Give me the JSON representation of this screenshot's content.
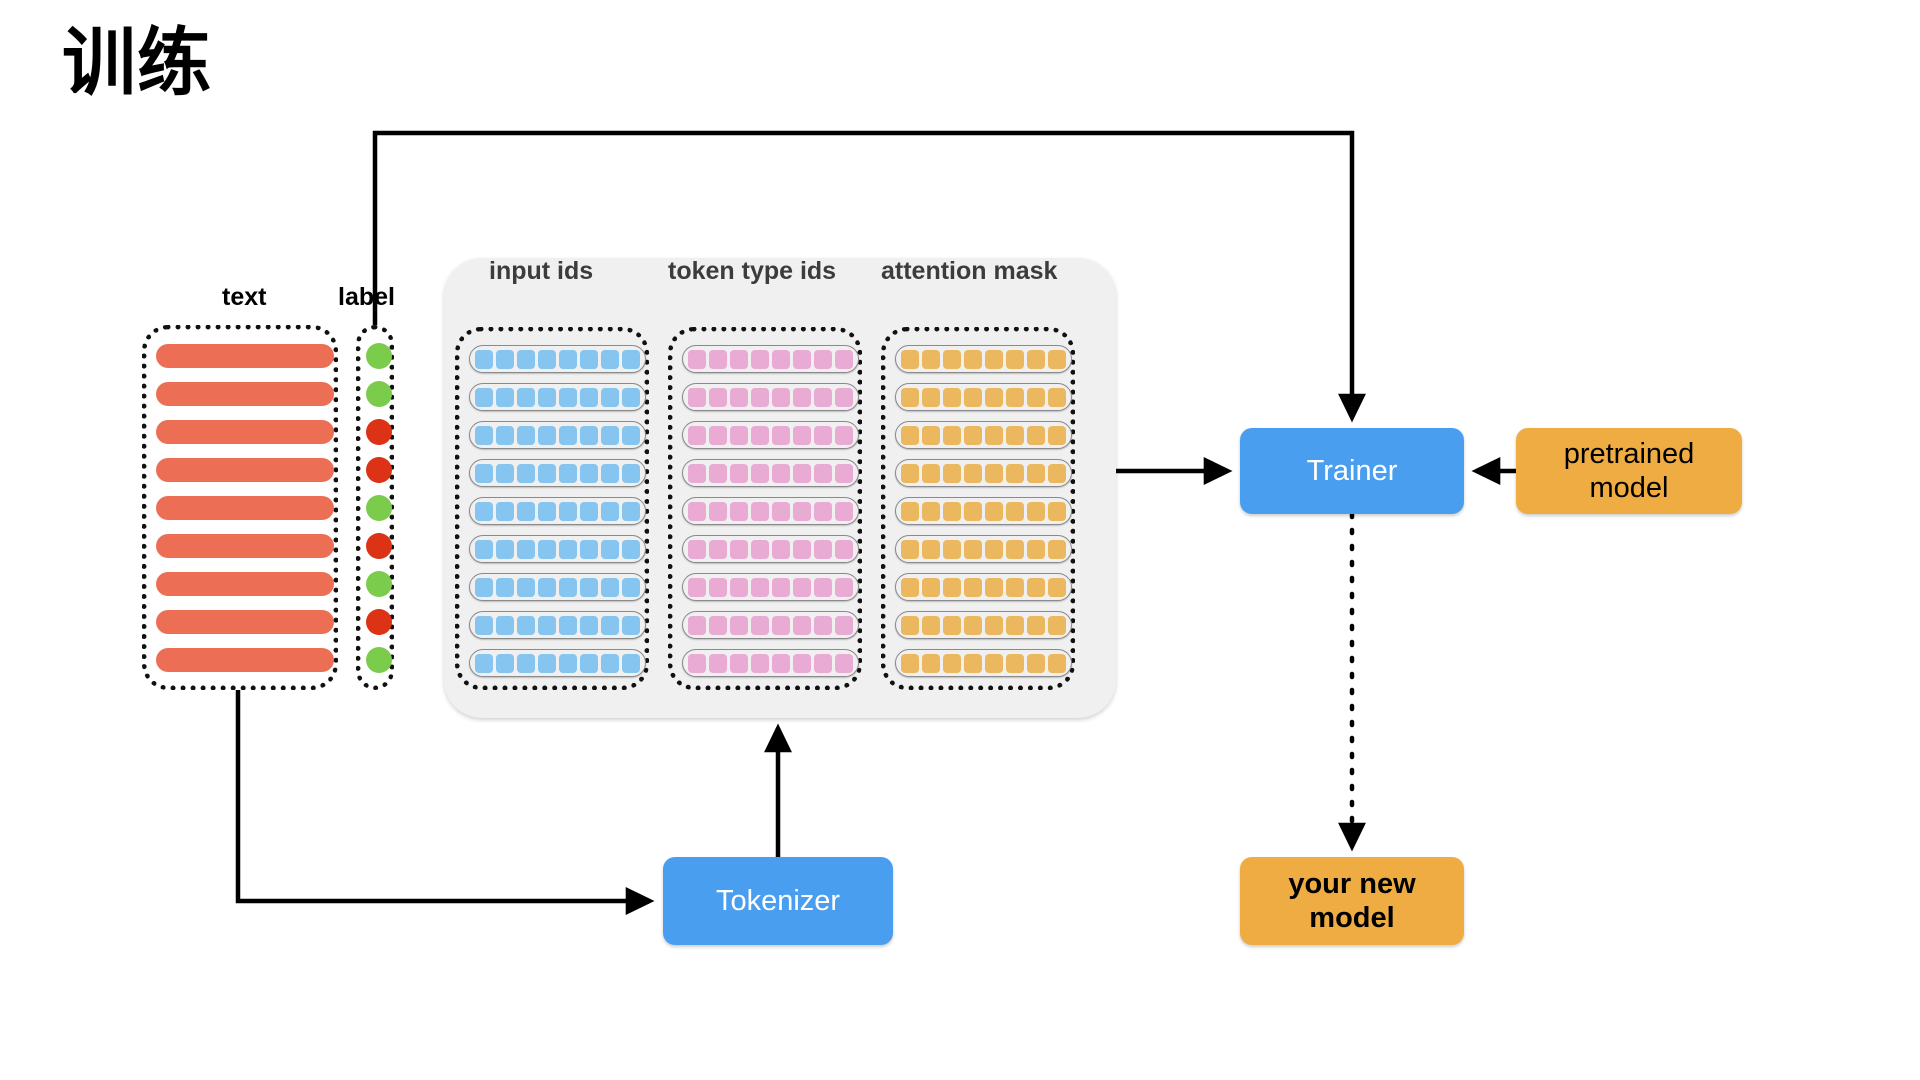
{
  "page": {
    "title": "训练",
    "background": "#ffffff"
  },
  "colors": {
    "text_pill": "#ec6e55",
    "label_positive": "#7bcc4c",
    "label_negative": "#dc3216",
    "input_ids_token": "#86c5ef",
    "token_type_ids_token": "#e9abd3",
    "attention_mask_token": "#ebb85f",
    "process_blue": "#4a9eef",
    "process_orange": "#eeac42",
    "panel_background": "#f0f0f0",
    "connector": "#000000"
  },
  "dataset": {
    "text_column": {
      "caption": "text",
      "row_count": 9
    },
    "label_column": {
      "caption": "label",
      "values": [
        "positive",
        "positive",
        "negative",
        "negative",
        "positive",
        "negative",
        "positive",
        "negative",
        "positive"
      ]
    }
  },
  "features_panel": {
    "columns": [
      {
        "caption": "input ids",
        "token_color": "blue",
        "row_count": 9,
        "tokens_per_row": 8
      },
      {
        "caption": "token type ids",
        "token_color": "pink",
        "row_count": 9,
        "tokens_per_row": 8
      },
      {
        "caption": "attention mask",
        "token_color": "yellow",
        "row_count": 9,
        "tokens_per_row": 8
      }
    ]
  },
  "nodes": {
    "tokenizer": {
      "label": "Tokenizer",
      "style": "blue"
    },
    "trainer": {
      "label": "Trainer",
      "style": "blue"
    },
    "pretrained_model": {
      "label": "pretrained\nmodel",
      "style": "orange"
    },
    "new_model": {
      "label": "your new\nmodel",
      "style": "orange"
    }
  },
  "edges": [
    {
      "name": "text-to-tokenizer",
      "from": "text column",
      "to": "Tokenizer",
      "style": "solid"
    },
    {
      "name": "tokenizer-to-features",
      "from": "Tokenizer",
      "to": "features panel",
      "style": "solid"
    },
    {
      "name": "features-to-trainer",
      "from": "features panel",
      "to": "Trainer",
      "style": "solid"
    },
    {
      "name": "label-to-trainer",
      "from": "label column",
      "to": "Trainer",
      "style": "solid"
    },
    {
      "name": "pretrained-to-trainer",
      "from": "pretrained model",
      "to": "Trainer",
      "style": "solid"
    },
    {
      "name": "trainer-to-new-model",
      "from": "Trainer",
      "to": "your new model",
      "style": "dotted"
    }
  ]
}
